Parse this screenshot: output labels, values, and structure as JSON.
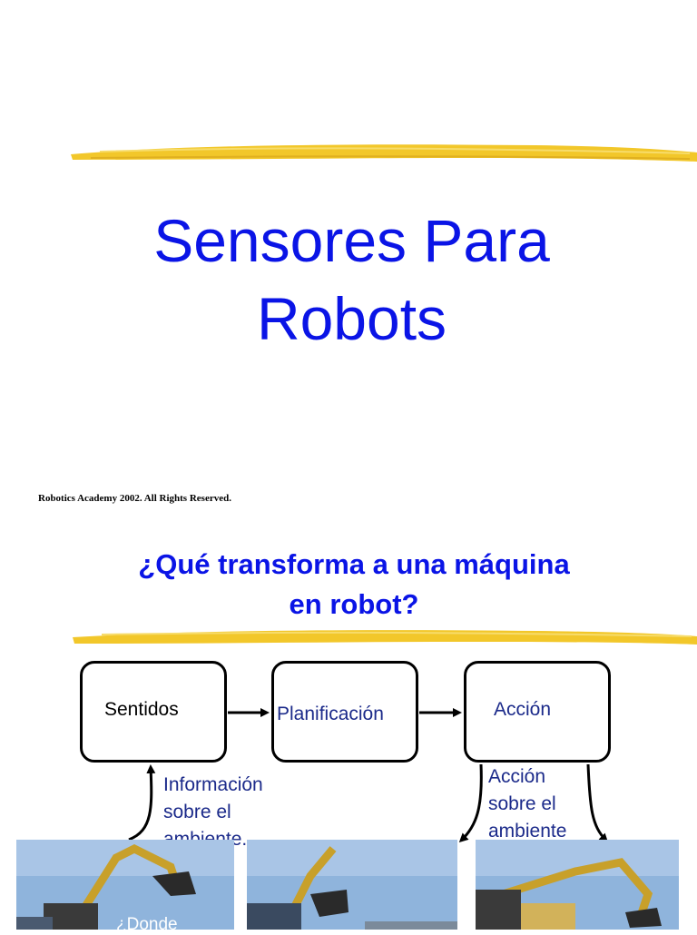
{
  "slide1": {
    "title_line1": "Sensores Para",
    "title_line2": "Robots",
    "footer": "Robotics Academy 2002. All Rights Reserved."
  },
  "slide2": {
    "title_line1": "¿Qué transforma a una máquina",
    "title_line2": "en robot?",
    "boxes": [
      {
        "label": "Sentidos"
      },
      {
        "label": "Planificación"
      },
      {
        "label": "Acción"
      }
    ],
    "left_note": [
      "Información",
      "sobre el",
      "ambiente."
    ],
    "right_note": [
      "Acción",
      "sobre el",
      "ambiente"
    ],
    "photo_caption": "¿Donde"
  },
  "colors": {
    "title_blue": "#0a14e6",
    "label_blue": "#1b2a8a",
    "highlighter": "#f2c72a",
    "sky": "#8fb4dc"
  }
}
